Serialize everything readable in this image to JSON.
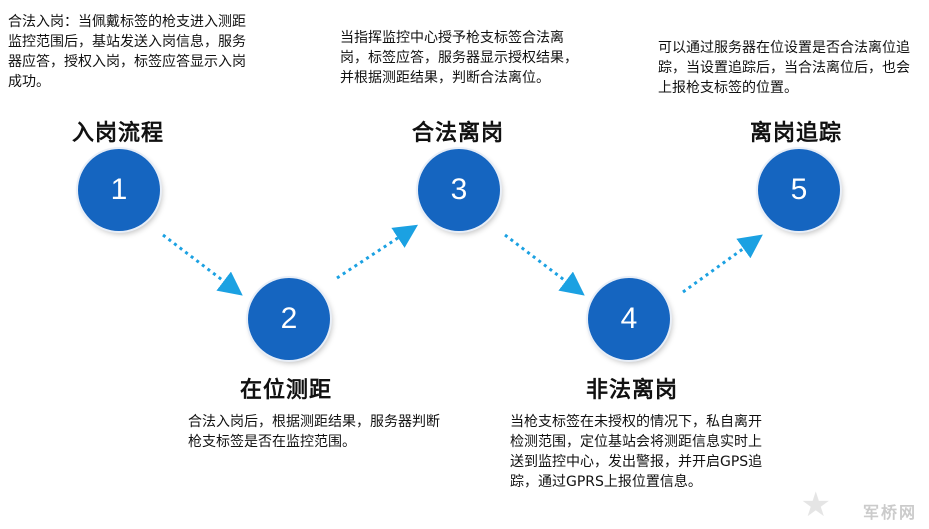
{
  "steps": [
    {
      "number": "1",
      "title": "入岗流程",
      "description": "合法入岗：当佩戴标签的枪支进入测距监控范围后，基站发送入岗信息，服务器应答，授权入岗，标签应答显示入岗成功。"
    },
    {
      "number": "2",
      "title": "在位测距",
      "description": "合法入岗后，根据测距结果，服务器判断枪支标签是否在监控范围。"
    },
    {
      "number": "3",
      "title": "合法离岗",
      "description": "当指挥监控中心授予枪支标签合法离岗，标签应答，服务器显示授权结果，并根据测距结果，判断合法离位。"
    },
    {
      "number": "4",
      "title": "非法离岗",
      "description": "当枪支标签在未授权的情况下，私自离开检测范围，定位基站会将测距信息实时上送到监控中心，发出警报，并开启GPS追踪，通过GPRS上报位置信息。"
    },
    {
      "number": "5",
      "title": "离岗追踪",
      "description": "可以通过服务器在位设置是否合法离位追踪，当设置追踪后，当合法离位后，也会上报枪支标签的位置。"
    }
  ],
  "colors": {
    "node": "#1565c0",
    "arrow": "#1ba1e2"
  },
  "watermark": {
    "icon": "star-icon",
    "text": "军桥网"
  }
}
